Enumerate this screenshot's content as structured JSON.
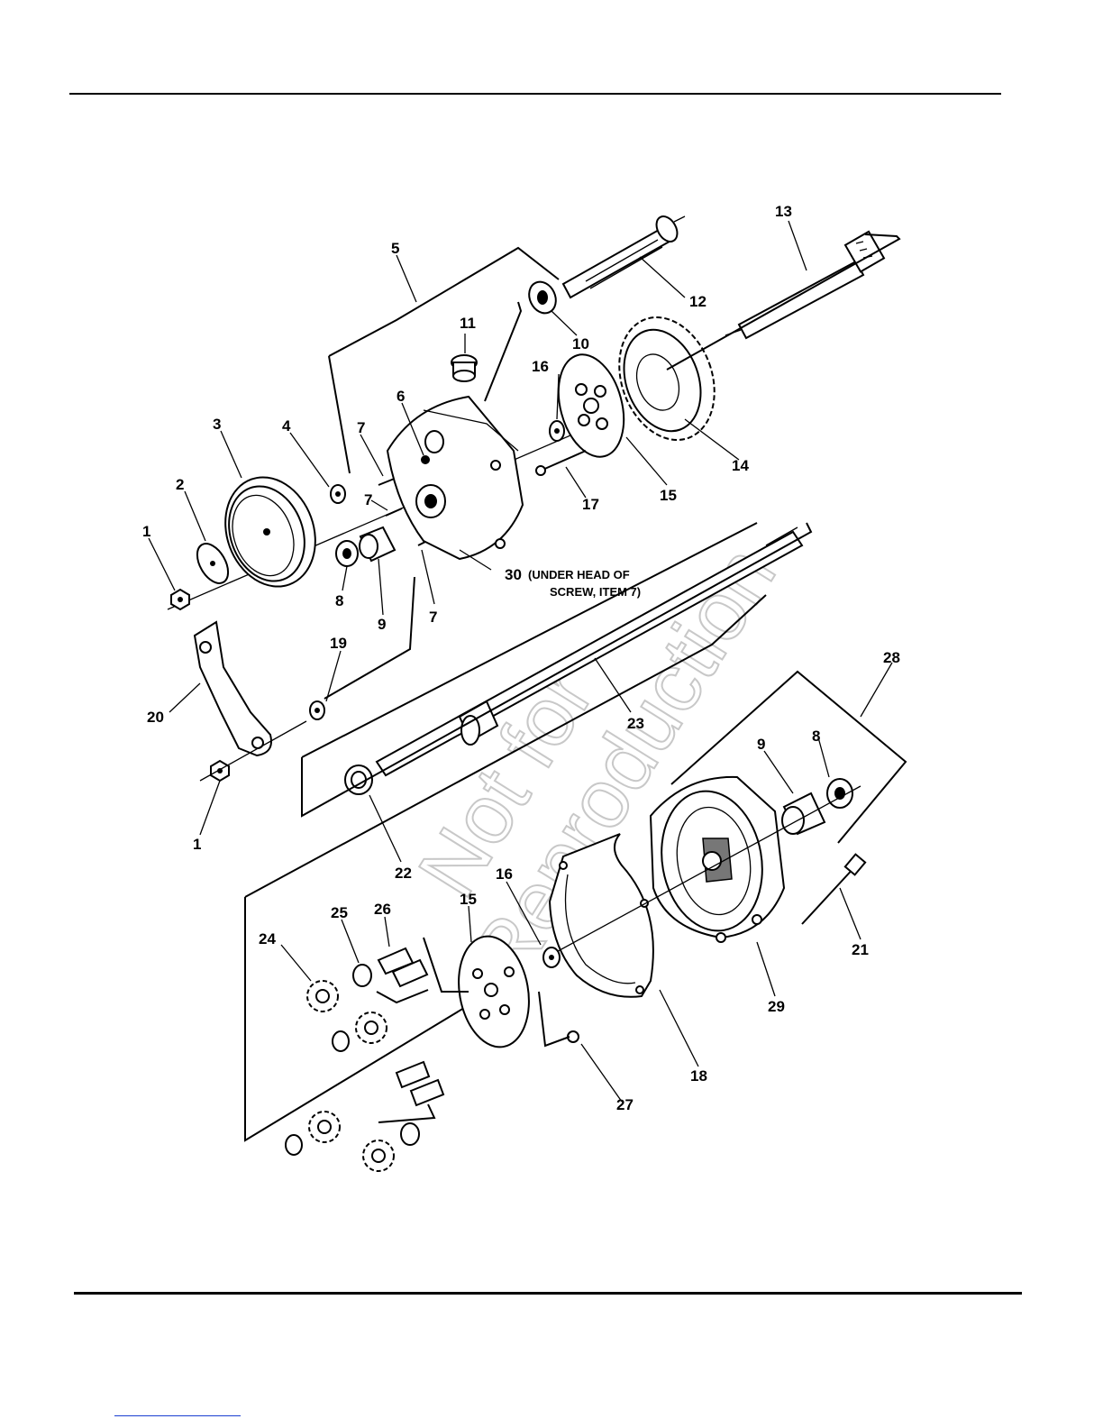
{
  "diagram": {
    "note": {
      "number": "30",
      "line1": "(UNDER HEAD OF",
      "line2": "SCREW, ITEM 7)"
    },
    "watermark": {
      "line1": "Not for",
      "line2": "Reproduction"
    },
    "callouts": {
      "c1a": "1",
      "c1b": "1",
      "c2": "2",
      "c3": "3",
      "c4": "4",
      "c5": "5",
      "c6": "6",
      "c7a": "7",
      "c7b": "7",
      "c7c": "7",
      "c8a": "8",
      "c8b": "8",
      "c9a": "9",
      "c9b": "9",
      "c10": "10",
      "c11": "11",
      "c12": "12",
      "c13": "13",
      "c14": "14",
      "c15a": "15",
      "c15b": "15",
      "c16a": "16",
      "c16b": "16",
      "c17": "17",
      "c18": "18",
      "c19": "19",
      "c20": "20",
      "c21": "21",
      "c22": "22",
      "c23": "23",
      "c24": "24",
      "c25": "25",
      "c26": "26",
      "c27": "27",
      "c28": "28",
      "c29": "29"
    }
  }
}
